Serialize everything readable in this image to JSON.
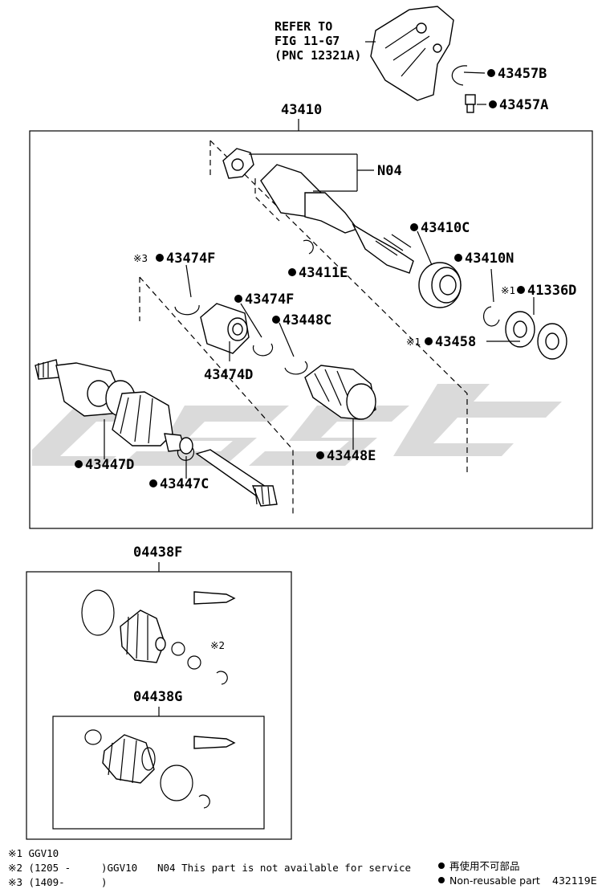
{
  "figure_code": "432119E",
  "refer": {
    "line1": "REFER TO",
    "line2": "FIG 11-G7",
    "line3": "(PNC 12321A)"
  },
  "assembly": {
    "main": "43410",
    "kit_f": "04438F",
    "kit_g": "04438G"
  },
  "parts": {
    "p43457B": "43457B",
    "p43457A": "43457A",
    "pN04": "N04",
    "p43410C": "43410C",
    "p43410N": "43410N",
    "p41336D": "41336D",
    "p43458": "43458",
    "p43474F_a": "43474F",
    "p43411E": "43411E",
    "p43474F_b": "43474F",
    "p43448C": "43448C",
    "p43474D": "43474D",
    "p43447D": "43447D",
    "p43447C": "43447C",
    "p43448E": "43448E"
  },
  "marks": {
    "note1": "※1",
    "note2": "※2",
    "note3": "※3"
  },
  "notes": {
    "n1": "※1 GGV10",
    "n2": "※2 (1205 -",
    "n2b": ")GGV10",
    "n3": "※3 (1409-",
    "n3b": ")",
    "n04": "N04 This part is not available for service"
  },
  "legend": {
    "jp": "再使用不可部品",
    "en": "Non-reusable part"
  },
  "colors": {
    "watermark": "#d6d6d6",
    "line": "#000000"
  }
}
